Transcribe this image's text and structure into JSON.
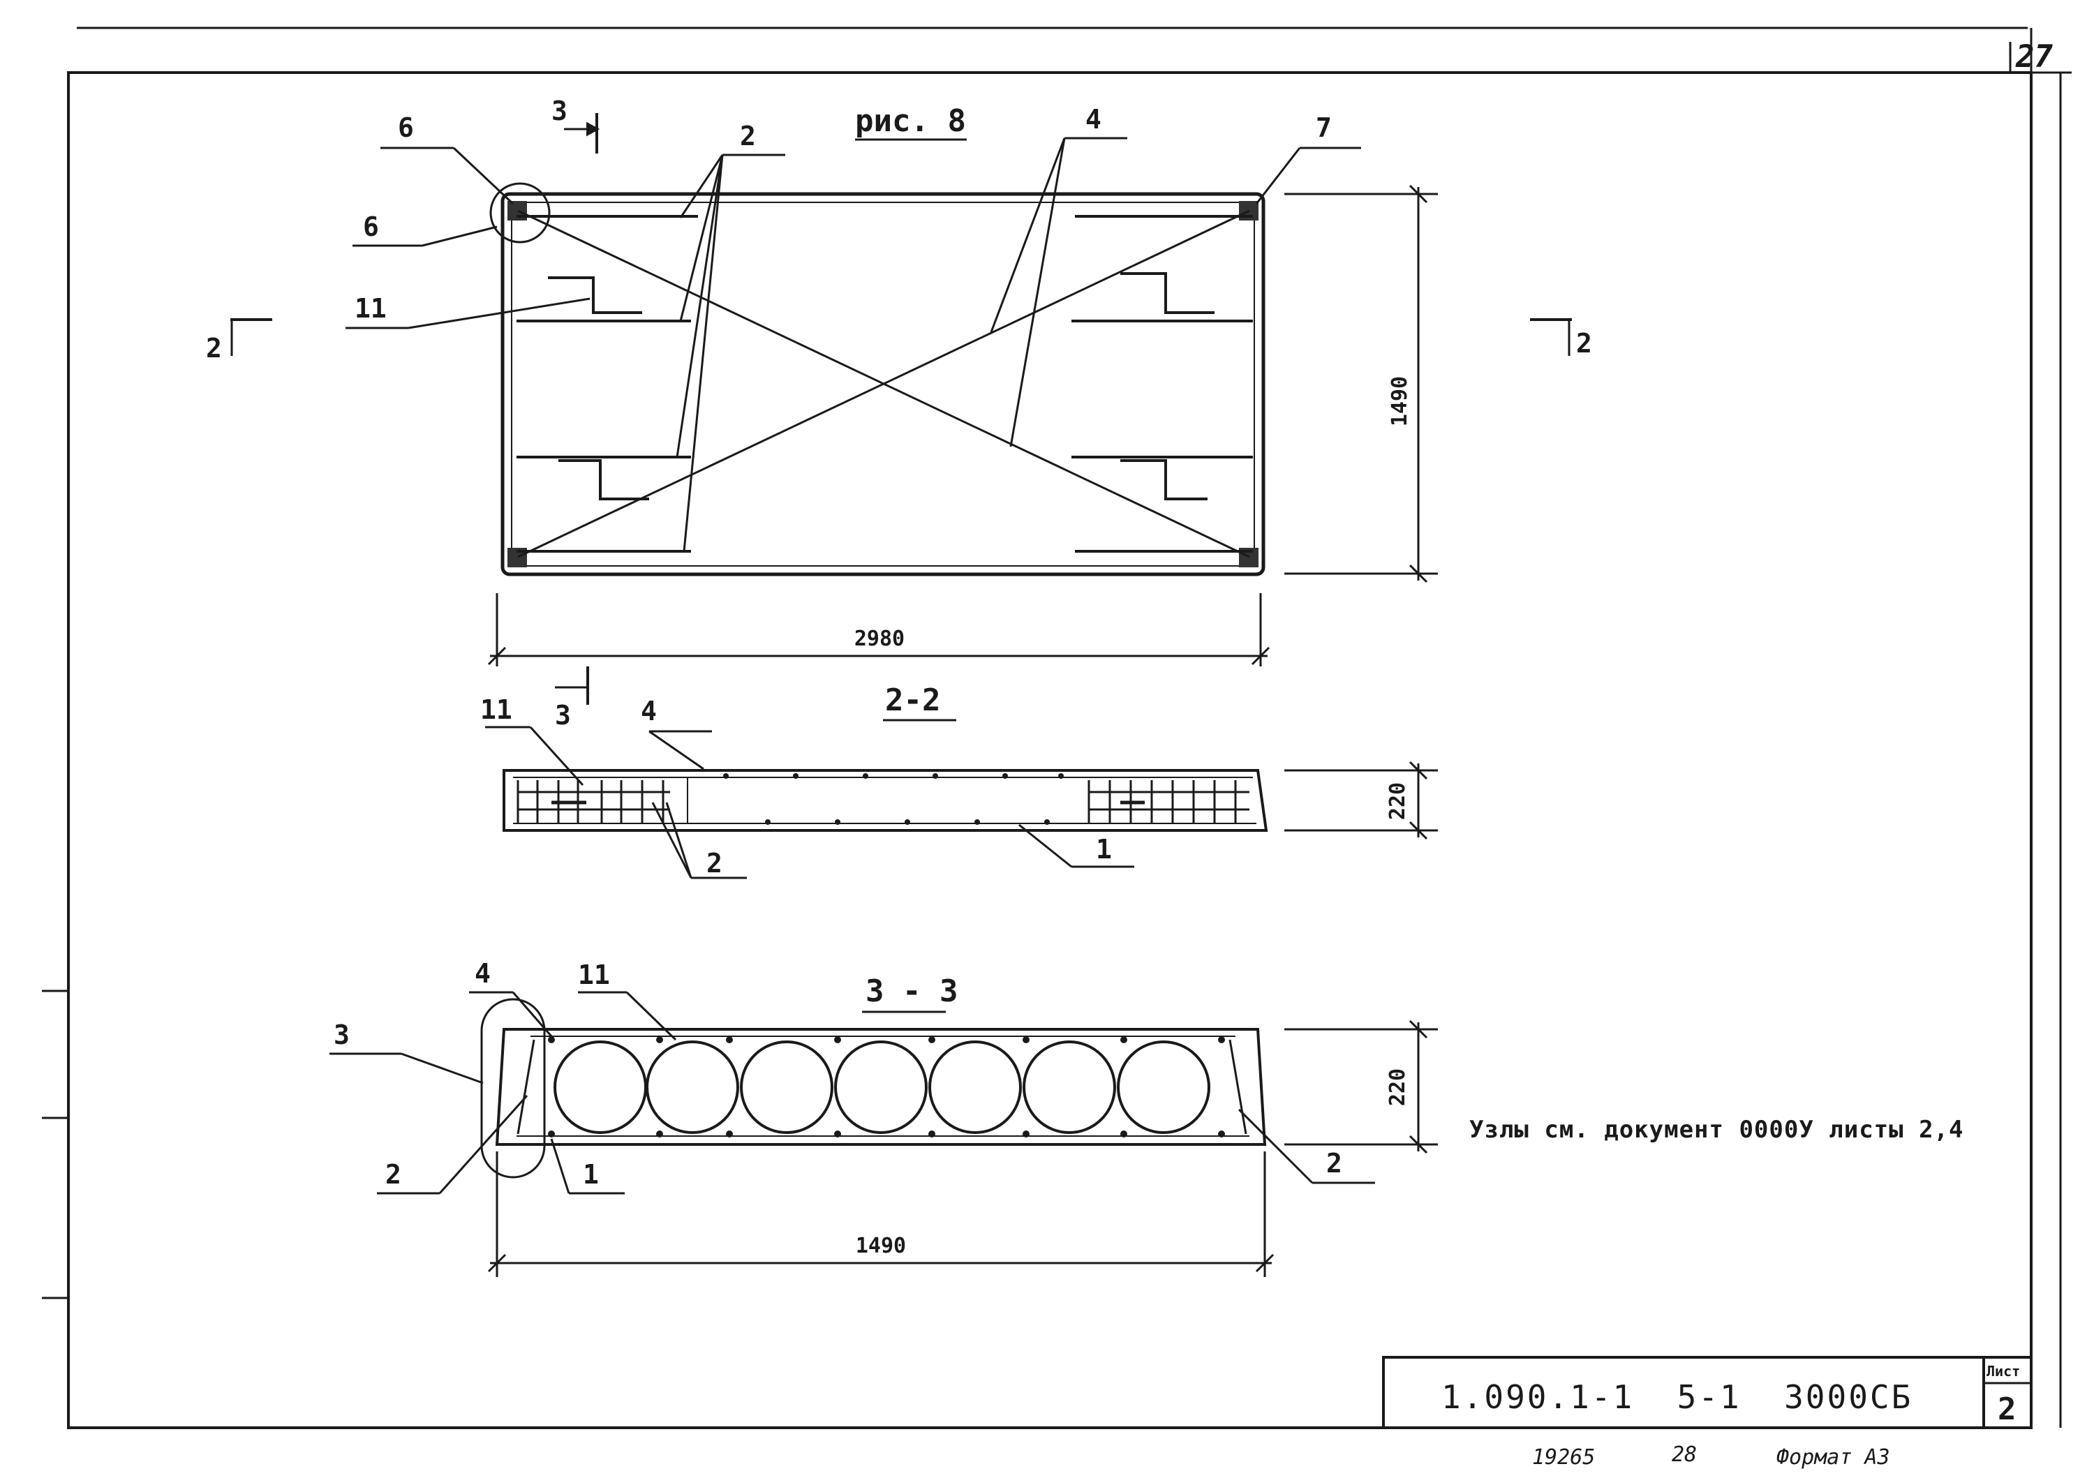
{
  "sheet": {
    "page_number": "27",
    "footer_left": "19265",
    "footer_mid": "28",
    "footer_format": "Формат А3"
  },
  "plan": {
    "title": "рис. 8",
    "dim_length": "2980",
    "dim_width": "1490",
    "section_2_left": "2",
    "section_2_right": "2",
    "section_3_top": "3",
    "section_3_bottom": "3",
    "callouts": {
      "c6a": "6",
      "c6b": "6",
      "c11": "11",
      "c2": "2",
      "c4": "4",
      "c7": "7"
    }
  },
  "section22": {
    "title": "2-2",
    "dim_height": "220",
    "callouts": {
      "c11": "11",
      "c3": "3",
      "c4": "4",
      "c2": "2",
      "c1": "1"
    }
  },
  "section33": {
    "title": "3 - 3",
    "dim_height": "220",
    "dim_width": "1490",
    "callouts": {
      "c4": "4",
      "c11": "11",
      "c3": "3",
      "c2l": "2",
      "c1": "1",
      "c2r": "2"
    }
  },
  "note": "Узлы см. документ 0000У листы 2,4",
  "stamp": {
    "code": "1.090.1-1  5-1  3000СБ",
    "sheet_label": "Лист",
    "sheet_value": "2"
  }
}
